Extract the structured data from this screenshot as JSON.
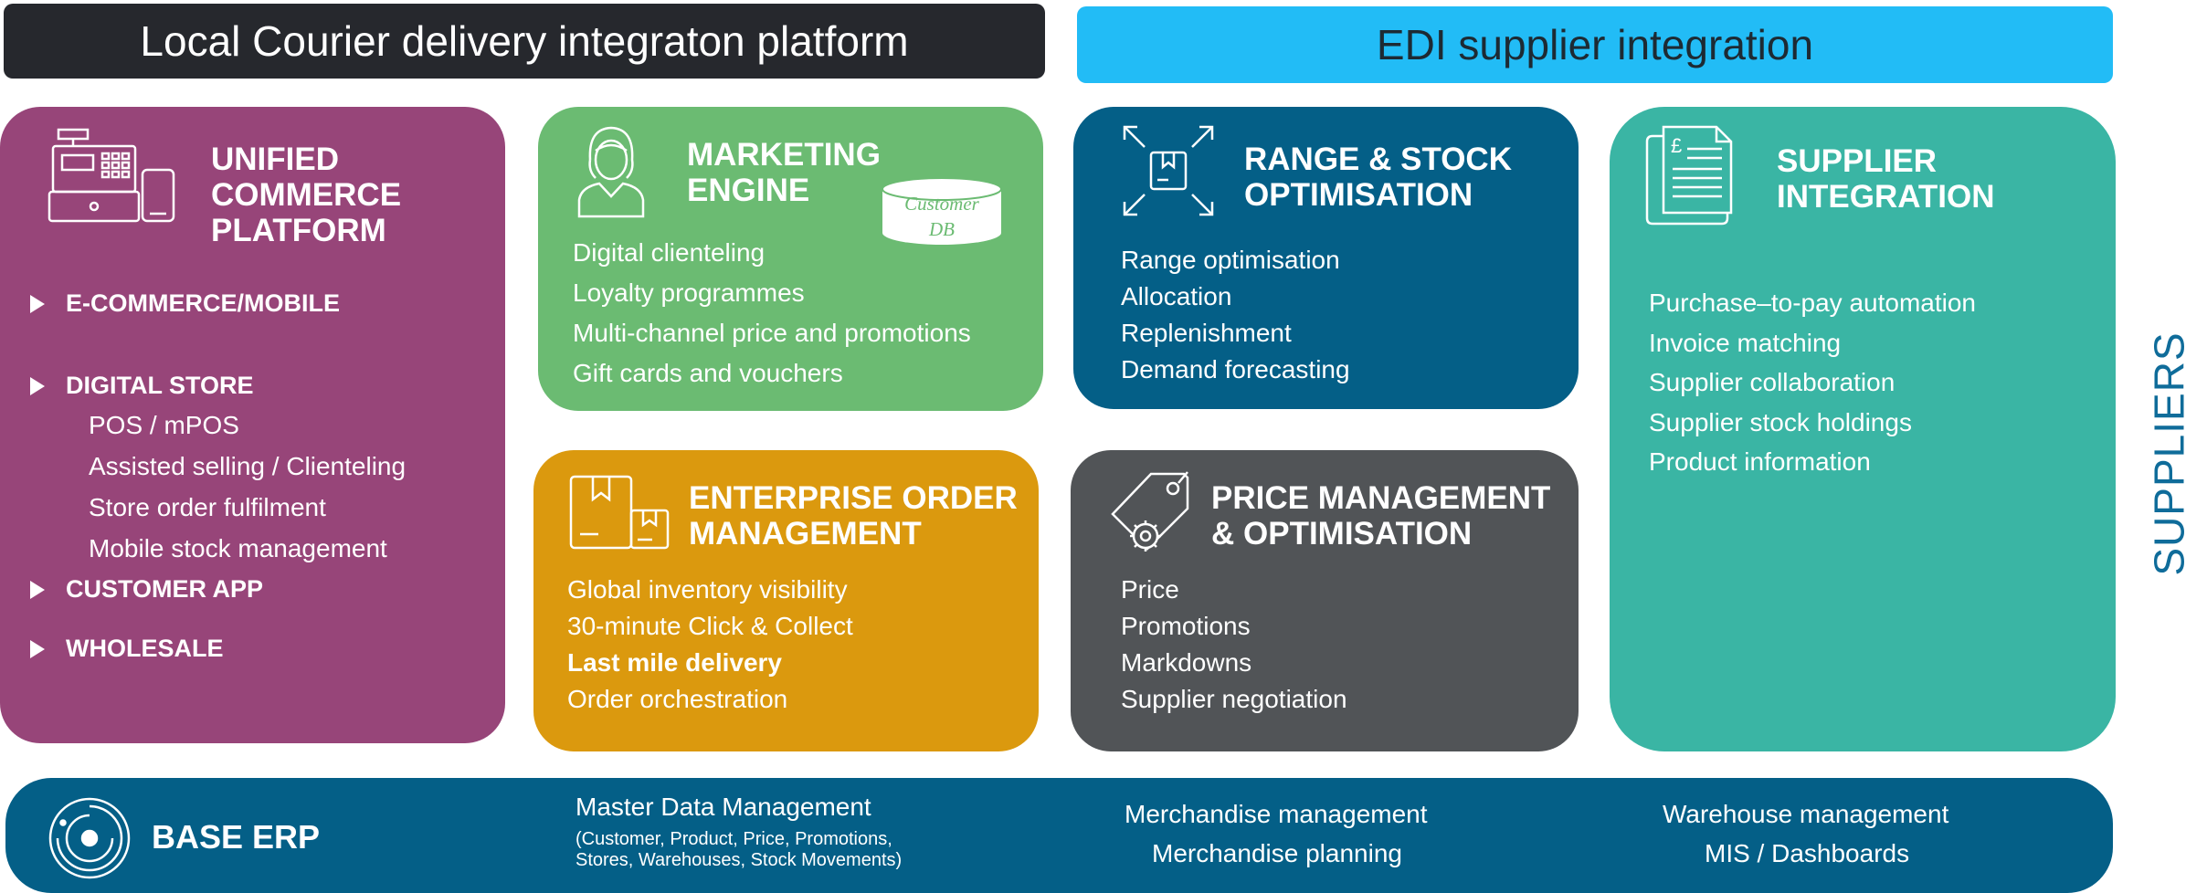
{
  "headers": {
    "left": "Local Courier delivery integraton platform",
    "right": "EDI supplier integration"
  },
  "unified": {
    "title": [
      "UNIFIED",
      "COMMERCE",
      "PLATFORM"
    ],
    "sections": [
      {
        "label": "E-COMMERCE/MOBILE"
      },
      {
        "label": "DIGITAL STORE",
        "items": [
          "POS / mPOS",
          "Assisted selling / Clienteling",
          "Store order fulfilment",
          "Mobile stock management"
        ]
      },
      {
        "label": "CUSTOMER APP"
      },
      {
        "label": "WHOLESALE"
      }
    ]
  },
  "marketing": {
    "title": [
      "MARKETING",
      "ENGINE"
    ],
    "db_label": [
      "Customer",
      "DB"
    ],
    "items": [
      "Digital clienteling",
      "Loyalty programmes",
      "Multi-channel price and promotions",
      "Gift cards and vouchers"
    ]
  },
  "range": {
    "title": [
      "RANGE & STOCK",
      "OPTIMISATION"
    ],
    "items": [
      "Range optimisation",
      "Allocation",
      "Replenishment",
      "Demand forecasting"
    ]
  },
  "supplier": {
    "title": [
      "SUPPLIER",
      "INTEGRATION"
    ],
    "items": [
      "Purchase–to-pay automation",
      "Invoice matching",
      "Supplier collaboration",
      "Supplier stock holdings",
      "Product information"
    ]
  },
  "order": {
    "title": [
      "ENTERPRISE ORDER",
      "MANAGEMENT"
    ],
    "items": [
      "Global inventory visibility",
      "30-minute Click & Collect",
      "Last mile delivery",
      "Order orchestration"
    ]
  },
  "price": {
    "title": [
      "PRICE MANAGEMENT",
      "& OPTIMISATION"
    ],
    "items": [
      "Price",
      "Promotions",
      "Markdowns",
      "Supplier negotiation"
    ]
  },
  "erp": {
    "title": "BASE ERP",
    "mdm": "Master Data Management",
    "mdm_sub": [
      "(Customer, Product, Price, Promotions,",
      "Stores, Warehouses, Stock Movements)"
    ],
    "col2": [
      "Merchandise management",
      "Merchandise planning"
    ],
    "col3": [
      "Warehouse management",
      "MIS / Dashboards"
    ]
  },
  "side_label": "SUPPLIERS",
  "colors": {
    "purple": "#974579",
    "green": "#6bbb72",
    "navy": "#045f87",
    "teal": "#3ab5a4",
    "orange": "#db990e",
    "grey": "#515457",
    "header_dark": "#26282d",
    "header_blue": "#22bcf6"
  }
}
